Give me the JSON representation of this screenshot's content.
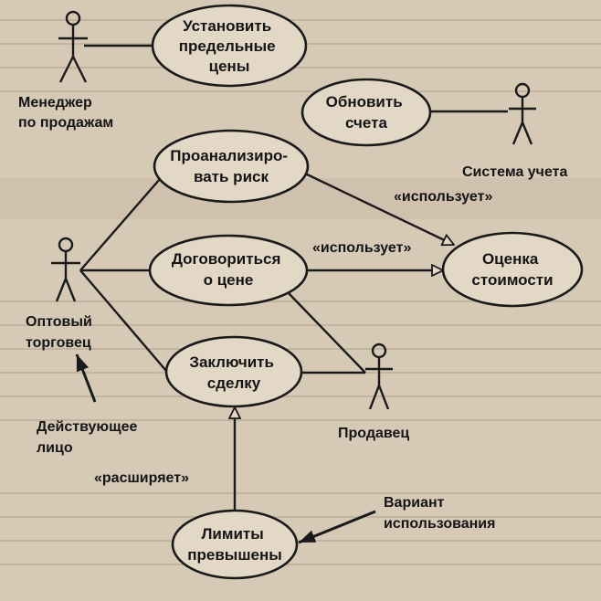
{
  "use_cases": {
    "set_limits": [
      "Установить",
      "предельные",
      "цены"
    ],
    "update_accounts": [
      "Обновить",
      "счета"
    ],
    "analyze_risk": [
      "Проанализиро-",
      "вать риск"
    ],
    "negotiate_price": [
      "Договориться",
      "о цене"
    ],
    "value_estimate": [
      "Оценка",
      "стоимости"
    ],
    "close_deal": [
      "Заключить",
      "сделку"
    ],
    "limits_exceeded": [
      "Лимиты",
      "превышены"
    ]
  },
  "actors": {
    "sales_manager": [
      "Менеджер",
      "по продажам"
    ],
    "accounting_system": [
      "Система учета"
    ],
    "wholesale_trader": [
      "Оптовый",
      "торговец"
    ],
    "salesperson": [
      "Продавец"
    ]
  },
  "stereotypes": {
    "uses_1": "«использует»",
    "uses_2": "«использует»",
    "extends": "«расширяет»"
  },
  "callouts": {
    "actor": [
      "Действующее",
      "лицо"
    ],
    "use_case": [
      "Вариант",
      "использования"
    ]
  }
}
